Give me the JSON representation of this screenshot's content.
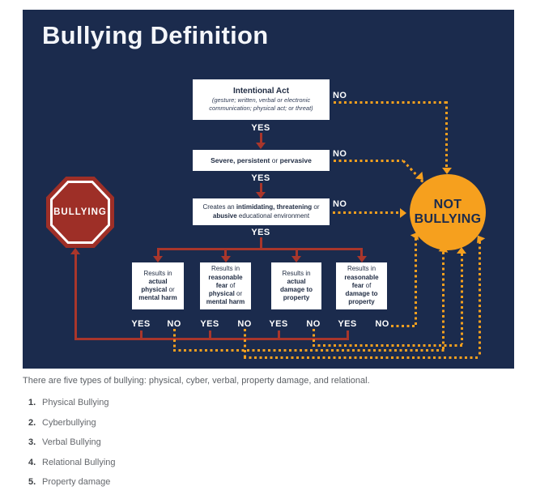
{
  "diagram": {
    "title": "Bullying Definition",
    "yes": "YES",
    "no": "NO",
    "stop_sign": "BULLYING",
    "not_bullying": {
      "line1": "NOT",
      "line2": "BULLYING"
    },
    "box1": {
      "title": "Intentional Act",
      "subtitle": "(gesture; written, verbal or electronic communication; physical act; or threat)"
    },
    "box2": {
      "p0": "Severe, persistent",
      "p1": " or ",
      "p2": "pervasive"
    },
    "box3": {
      "p0": "Creates an ",
      "p1": "intimidating, threatening",
      "p2": " or ",
      "p3": "abusive",
      "p4": " educational environment"
    },
    "result_boxes": [
      {
        "intro": "Results in",
        "lines": [
          {
            "b": "actual"
          },
          {
            "b": "physical",
            "n": " or"
          },
          {
            "b": "mental harm"
          }
        ]
      },
      {
        "intro": "Results in",
        "lines": [
          {
            "b": "reasonable"
          },
          {
            "b": "fear",
            "n": " of"
          },
          {
            "b": "physical",
            "n": " or"
          },
          {
            "b": "mental harm"
          }
        ]
      },
      {
        "intro": "Results in",
        "lines": [
          {
            "b": "actual"
          },
          {
            "b": "damage to"
          },
          {
            "b": "property"
          }
        ]
      },
      {
        "intro": "Results in",
        "lines": [
          {
            "b": "reasonable"
          },
          {
            "b": "fear",
            "n": " of"
          },
          {
            "b": "damage to"
          },
          {
            "b": "property"
          }
        ]
      }
    ]
  },
  "footer": {
    "intro": "There are five types of bullying: physical, cyber, verbal, property damage, and relational.",
    "list": [
      {
        "num": "1.",
        "label": "Physical Bullying"
      },
      {
        "num": "2.",
        "label": "Cyberbullying"
      },
      {
        "num": "3.",
        "label": "Verbal Bullying"
      },
      {
        "num": "4.",
        "label": "Relational Bullying"
      },
      {
        "num": "5.",
        "label": "Property damage"
      }
    ]
  },
  "colors": {
    "background_navy": "#1b2b4d",
    "arrow_red": "#a9362b",
    "octagon_red": "#9e2f27",
    "dotted_orange": "#f6a01e",
    "box_white": "#ffffff"
  }
}
